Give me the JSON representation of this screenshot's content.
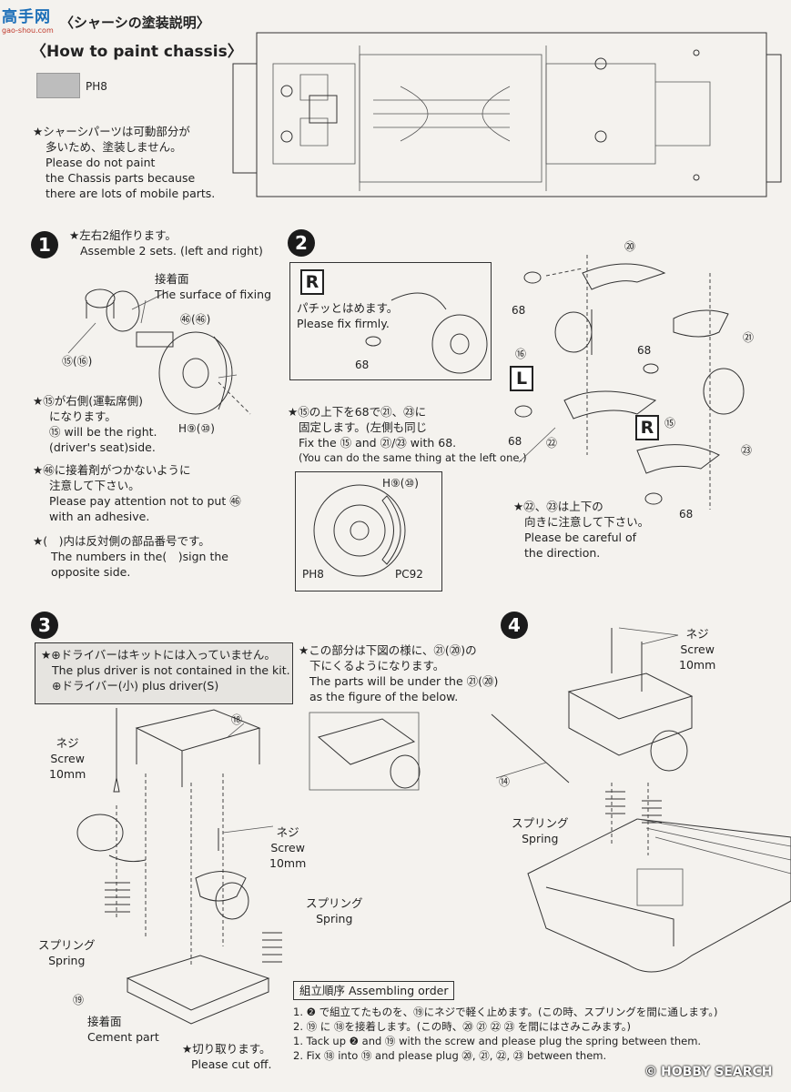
{
  "header": {
    "logo_text": "高手网",
    "logo_sub": "gao-shou.com",
    "title_jp": "〈シャーシの塗装説明〉",
    "title_en": "〈How to paint chassis〉",
    "swatch_color": "#bdbdbd",
    "swatch_code": "PH8"
  },
  "note_chassis": [
    "★シャーシパーツは可動部分が",
    "多いため、塗装しません。",
    "Please do not paint",
    "the Chassis parts because",
    "there are lots of mobile parts."
  ],
  "step1": {
    "num": "1",
    "lines": [
      "★左右2組作ります。",
      "Assemble 2 sets. (left and right)"
    ],
    "fix_label_jp": "接着面",
    "fix_label_en": "The surface of fixing",
    "part_67": "㊻(㊻)",
    "part_15": "⑮(⑯)",
    "part_h9": "H⑨(⑩)",
    "note_15": [
      "★⑮が右側(運転席側)",
      "になります。",
      "⑮ will be the right.",
      "(driver's seat)side."
    ],
    "note_67": [
      "★㊻に接着剤がつかないように",
      "注意して下さい。",
      "Please pay attention not to put ㊻",
      "with an adhesive."
    ],
    "note_paren": [
      "★(　)内は反対側の部品番号です。",
      "The numbers in the(　)sign the",
      "opposite side."
    ]
  },
  "step2": {
    "num": "2",
    "inset_letter": "R",
    "inset_lines": [
      "パチッとはめます。",
      "Please fix firmly."
    ],
    "inset_part": "68",
    "note_lines": [
      "★⑮の上下を68で㉑、㉓に",
      "固定します。(左側も同じ",
      "Fix the ⑮ and ㉑/㉓ with 68.",
      "(You can do the same thing at the left one.)"
    ],
    "disc_h": "H⑨(⑩)",
    "disc_ph": "PH8",
    "disc_pc": "PC92",
    "parts": [
      "⑳",
      "68",
      "⑯",
      "68",
      "㉑",
      "68",
      "⑮",
      "㉒",
      "㉓",
      "68"
    ],
    "letter_l": "L",
    "letter_r": "R",
    "note_dir": [
      "★㉒、㉓は上下の",
      "向きに注意して下さい。",
      "Please be careful of",
      "the direction."
    ]
  },
  "step3": {
    "num": "3",
    "box_lines": [
      "★⊕ドライバーはキットには入っていません。",
      "The plus driver is not contained in the kit.",
      "⊕ドライバー(小) plus driver(S)"
    ],
    "note_lines": [
      "★この部分は下図の様に、㉑(⑳)の",
      "下にくるようになります。",
      "The parts will be under the ㉑(⑳)",
      "as the figure of the below."
    ],
    "screw1": [
      "ネジ",
      "Screw",
      "10mm"
    ],
    "screw2": [
      "ネジ",
      "Screw",
      "10mm"
    ],
    "spring1": [
      "スプリング",
      "Spring"
    ],
    "spring2": [
      "スプリング",
      "Spring"
    ],
    "part_18": "⑱",
    "part_19": "⑲",
    "cement": [
      "接着面",
      "Cement part"
    ],
    "cut": [
      "★切り取ります。",
      "Please cut off."
    ]
  },
  "step4": {
    "num": "4",
    "screw": [
      "ネジ",
      "Screw",
      "10mm"
    ],
    "spring": [
      "スプリング",
      "Spring"
    ],
    "part_14": "⑭"
  },
  "order": {
    "title": "組立順序 Assembling order",
    "lines": [
      "1. ❷ で組立てたものを、⑲にネジで軽く止めます。(この時、スプリングを間に通します。)",
      "2. ⑲ に ⑱を接着します。(この時、⑳ ㉑ ㉒ ㉓ を間にはさみこみます。)",
      "1. Tack up ❷ and ⑲ with the screw and please plug the spring between them.",
      "2. Fix ⑱ into ⑲ and please plug ⑳, ㉑, ㉒, ㉓ between them."
    ]
  },
  "watermark": {
    "copyright": "©",
    "brand": "HOBBY SEARCH"
  }
}
